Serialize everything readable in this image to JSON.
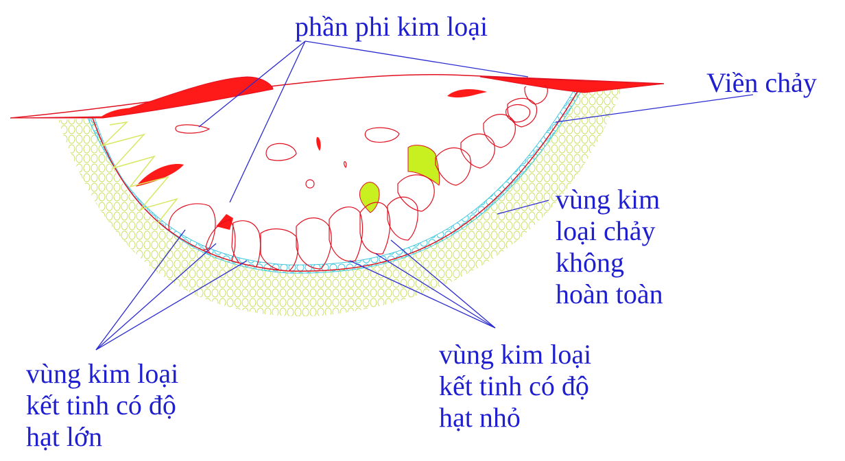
{
  "labels": {
    "non_metal": "phần phi kim loại",
    "fusion_boundary": "Viền chảy",
    "partial_melt": [
      "vùng kim",
      "loại chảy",
      "không",
      "hoàn toàn"
    ],
    "coarse_grain": [
      "vùng kim loại",
      "kết tinh có độ",
      "hạt lớn"
    ],
    "fine_grain": [
      "vùng kim loại",
      "kết tinh có độ",
      "hạt nhỏ"
    ]
  },
  "colors": {
    "text": "#1f1fd0",
    "leader": "#2a2ad0",
    "grain": "#e01020",
    "inclusion": "#ff1a1a",
    "partial_zone": "#c8e060",
    "boundary_cells": "#40c8e0",
    "yellow_grain": "#c8f020"
  }
}
